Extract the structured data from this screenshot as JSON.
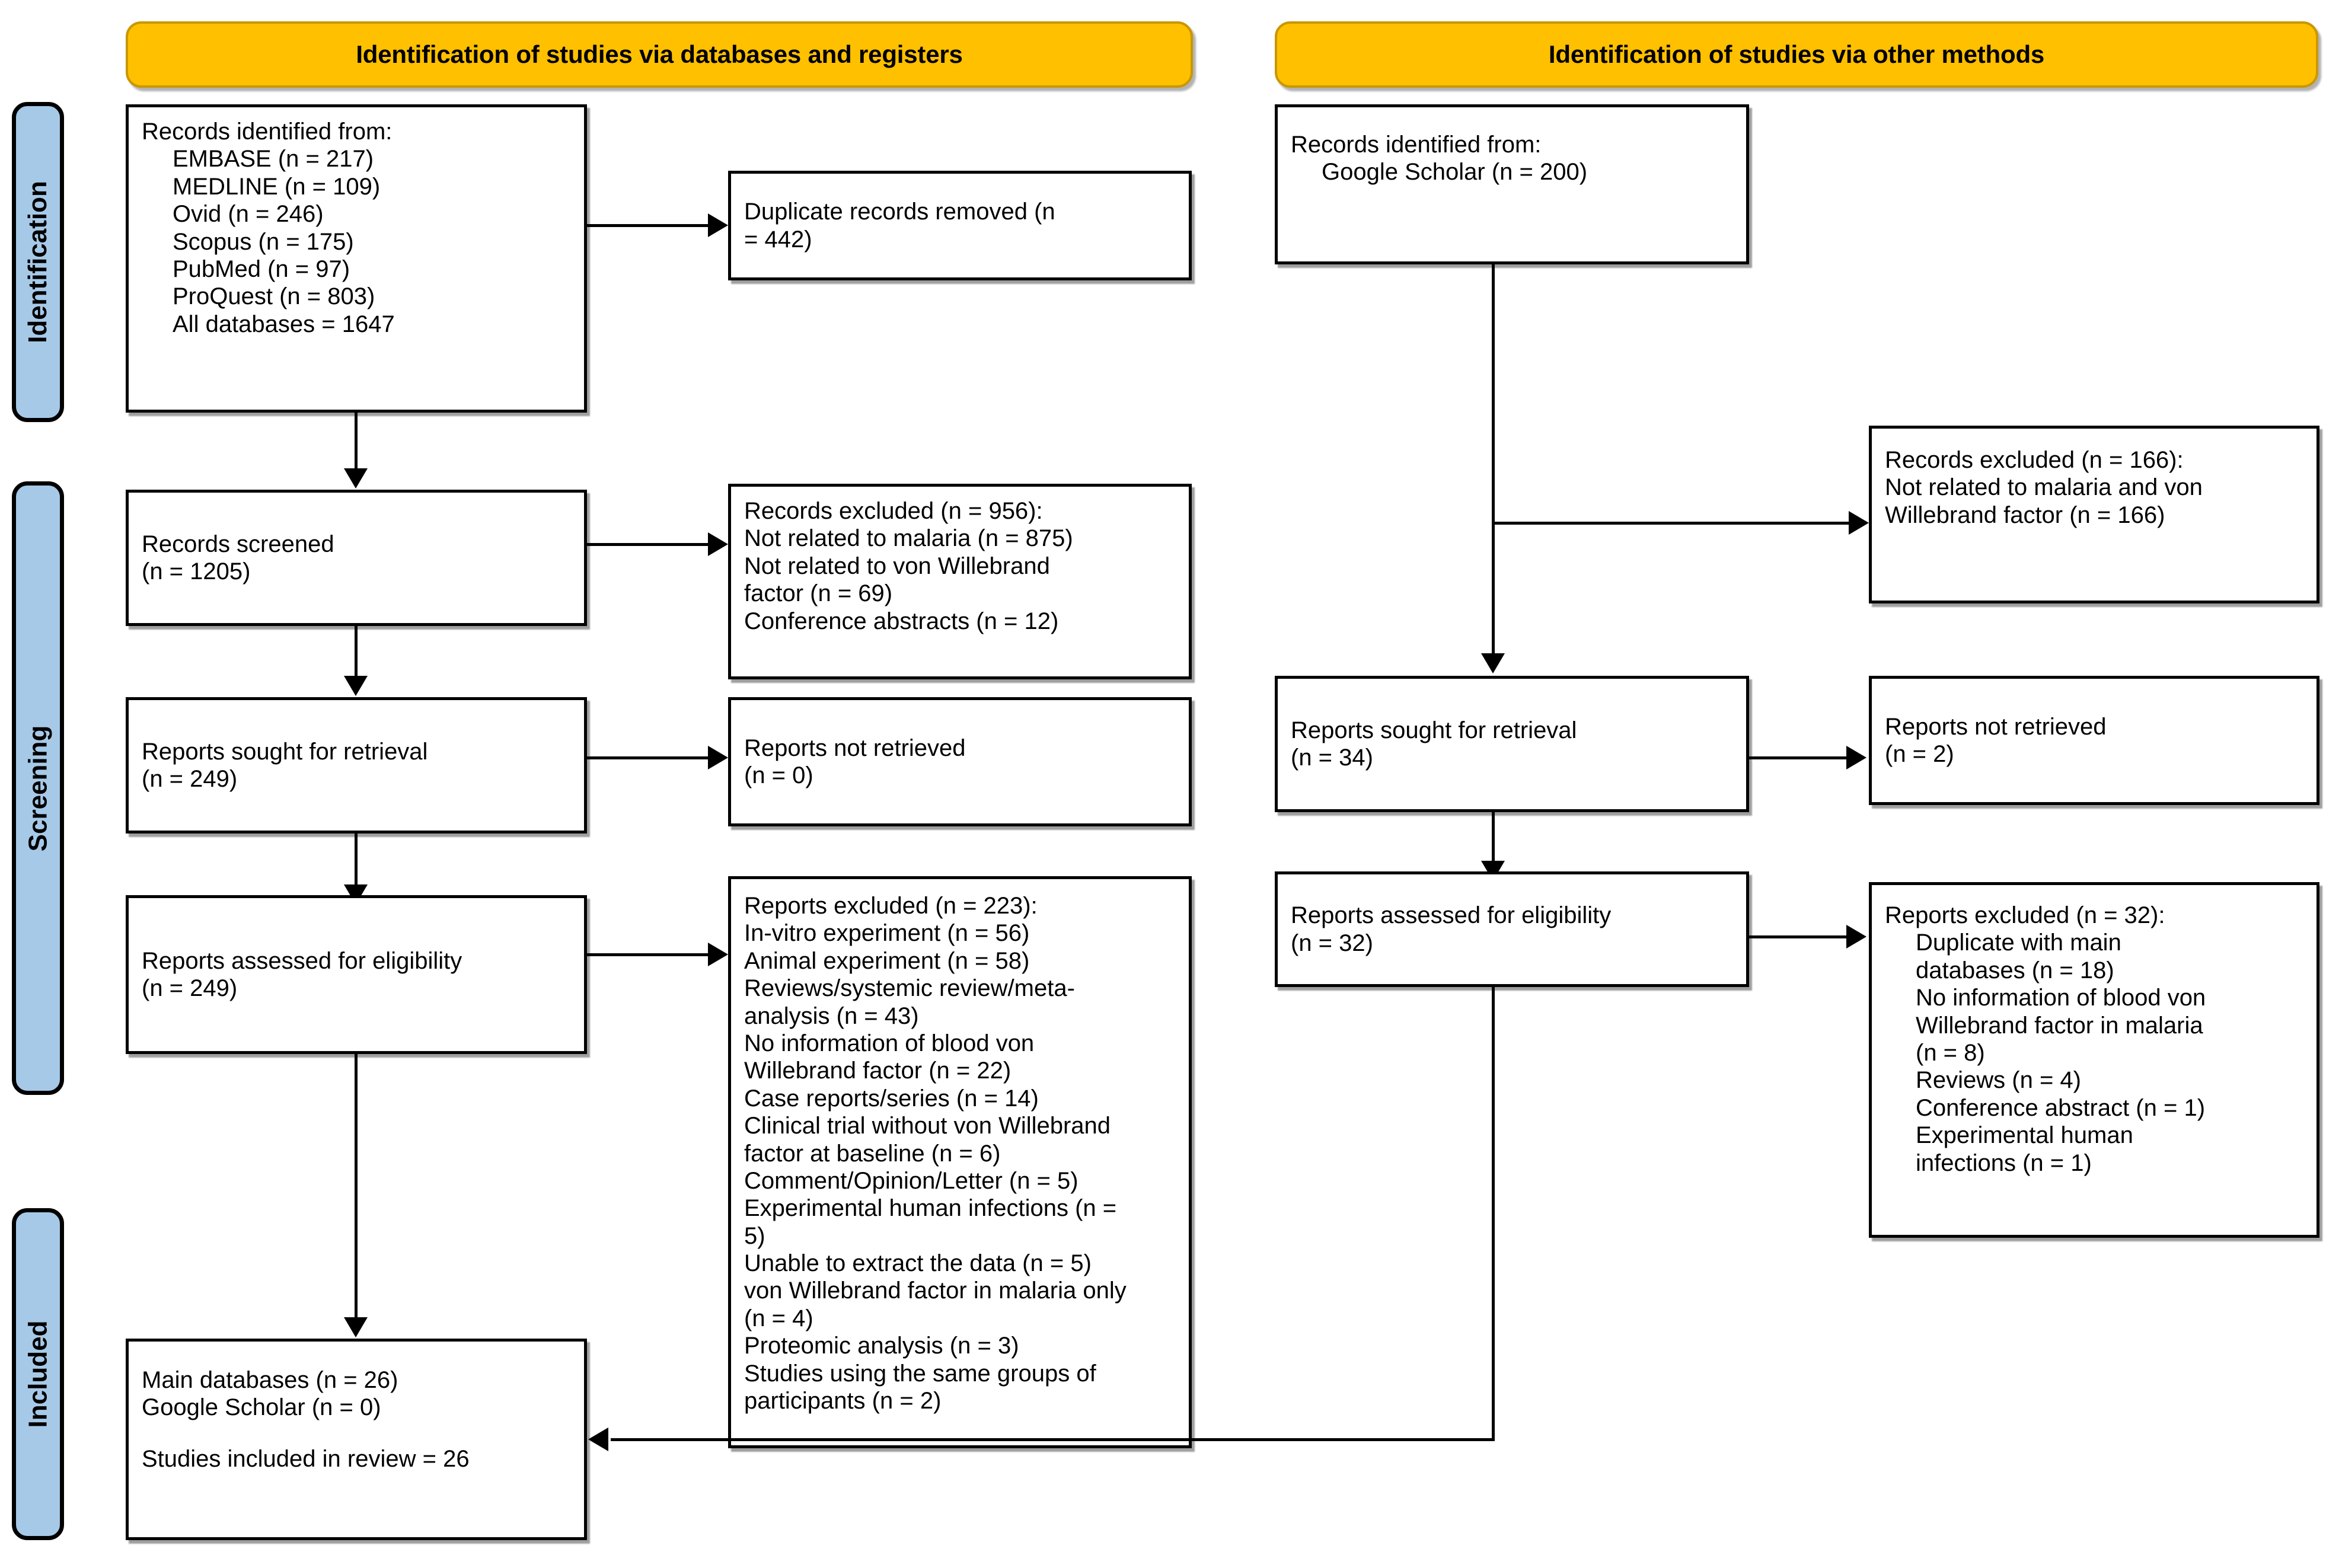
{
  "diagram": {
    "type": "PRISMA 2020 flow diagram",
    "banners": [
      {
        "id": "databases",
        "label": "Identification of studies via databases and registers"
      },
      {
        "id": "other",
        "label": "Identification of studies via other methods"
      }
    ],
    "phases": [
      {
        "id": "identification",
        "label": "Identification"
      },
      {
        "id": "screening",
        "label": "Screening"
      },
      {
        "id": "included",
        "label": "Included"
      }
    ],
    "left_column": {
      "records_identified": {
        "title": "Records identified from:",
        "items": [
          "EMBASE (n = 217)",
          "MEDLINE (n = 109)",
          "Ovid (n = 246)",
          "Scopus (n = 175)",
          "PubMed (n = 97)",
          "ProQuest (n = 803)",
          "All databases = 1647"
        ]
      },
      "duplicates_removed": {
        "lines": [
          "Duplicate records removed (n",
          "= 442)"
        ]
      },
      "records_screened": {
        "lines": [
          "Records screened",
          "(n = 1205)"
        ]
      },
      "records_excluded": {
        "lines": [
          "Records excluded (n = 956):",
          "Not related to malaria (n = 875)",
          "Not related to von Willebrand",
          "factor (n = 69)",
          "Conference abstracts (n = 12)"
        ]
      },
      "reports_sought": {
        "lines": [
          "Reports sought for retrieval",
          "(n = 249)"
        ]
      },
      "reports_not_retrieved": {
        "lines": [
          "Reports not retrieved",
          "(n = 0)"
        ]
      },
      "reports_assessed": {
        "lines": [
          "Reports assessed for eligibility",
          "(n = 249)"
        ]
      },
      "reports_excluded": {
        "lines": [
          "Reports excluded (n = 223):",
          "In-vitro experiment (n = 56)",
          "Animal experiment (n = 58)",
          "Reviews/systemic review/meta-",
          "analysis (n = 43)",
          "No information of blood von",
          "Willebrand factor (n = 22)",
          "Case reports/series (n = 14)",
          "Clinical trial without von Willebrand",
          "factor at baseline (n = 6)",
          "Comment/Opinion/Letter (n = 5)",
          "Experimental human infections (n =",
          "5)",
          "Unable to extract the data (n = 5)",
          "von Willebrand factor in malaria only",
          "(n = 4)",
          "Proteomic analysis (n = 3)",
          "Studies using the same groups of",
          "participants (n = 2)"
        ]
      },
      "included_studies": {
        "lines": [
          "Main databases (n = 26)",
          "Google Scholar (n = 0)"
        ],
        "total": "Studies included in review = 26"
      }
    },
    "right_column": {
      "records_identified": {
        "title": "Records identified from:",
        "items": [
          "Google Scholar (n = 200)"
        ]
      },
      "records_excluded": {
        "lines": [
          "Records excluded (n = 166):",
          "Not related to malaria and von",
          "Willebrand factor (n = 166)"
        ]
      },
      "reports_sought": {
        "lines": [
          "Reports sought for retrieval",
          "(n = 34)"
        ]
      },
      "reports_not_retrieved": {
        "lines": [
          "Reports not retrieved",
          "(n = 2)"
        ]
      },
      "reports_assessed": {
        "lines": [
          "Reports assessed for eligibility",
          "(n = 32)"
        ]
      },
      "reports_excluded": {
        "title": "Reports excluded (n = 32):",
        "items": [
          "Duplicate with main",
          "databases (n = 18)",
          "No information of blood von",
          "Willebrand factor in malaria",
          "(n = 8)",
          "Reviews (n = 4)",
          "Conference abstract (n = 1)",
          "Experimental human",
          "infections (n = 1)"
        ]
      }
    },
    "colors": {
      "banner_fill": "#FFC000",
      "banner_border": "#C99700",
      "phase_fill": "#A6C9E8",
      "box_border": "#000000",
      "box_fill": "#FFFFFF"
    }
  }
}
